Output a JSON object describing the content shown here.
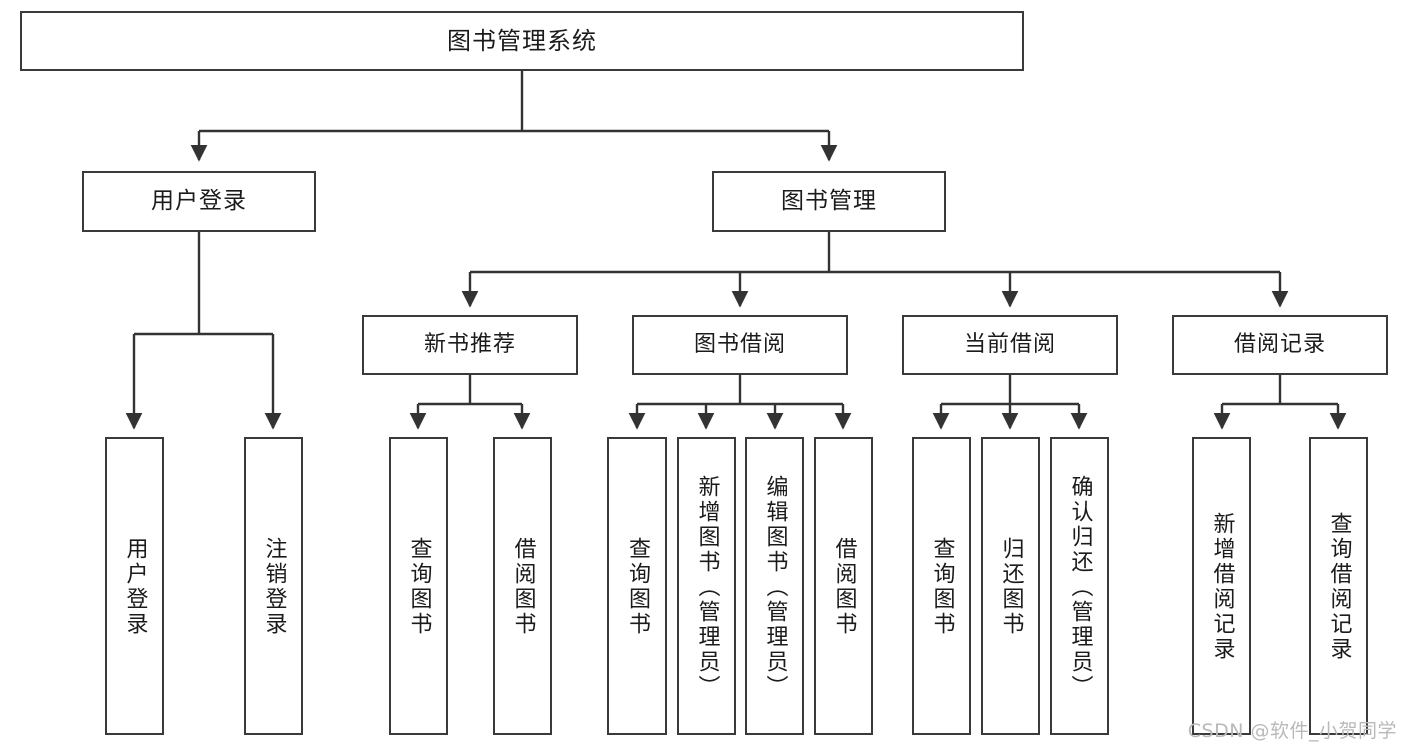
{
  "diagram": {
    "title": "图书管理系统",
    "type": "tree",
    "root": {
      "label": "图书管理系统"
    },
    "level2": [
      {
        "label": "用户登录"
      },
      {
        "label": "图书管理"
      }
    ],
    "level3": [
      {
        "label": "新书推荐"
      },
      {
        "label": "图书借阅"
      },
      {
        "label": "当前借阅"
      },
      {
        "label": "借阅记录"
      }
    ],
    "leaves": {
      "user_login": [
        {
          "label": "用户登录"
        },
        {
          "label": "注销登录"
        }
      ],
      "new_book_recommend": [
        {
          "label": "查询图书"
        },
        {
          "label": "借阅图书"
        }
      ],
      "book_borrow": [
        {
          "label": "查询图书"
        },
        {
          "label": "新增图书（管理员）"
        },
        {
          "label": "编辑图书（管理员）"
        },
        {
          "label": "借阅图书"
        }
      ],
      "current_borrow": [
        {
          "label": "查询图书"
        },
        {
          "label": "归还图书"
        },
        {
          "label": "确认归还（管理员）"
        }
      ],
      "borrow_record": [
        {
          "label": "新增借阅记录"
        },
        {
          "label": "查询借阅记录"
        }
      ]
    }
  },
  "watermark": {
    "text": "CSDN @软件_小贺同学"
  },
  "colors": {
    "background": "#ffffff",
    "box_border": "#3a3a3a",
    "box_fill": "#ffffff",
    "line": "#333333",
    "text": "#1b1b1b",
    "watermark": "#b9b9b9"
  }
}
